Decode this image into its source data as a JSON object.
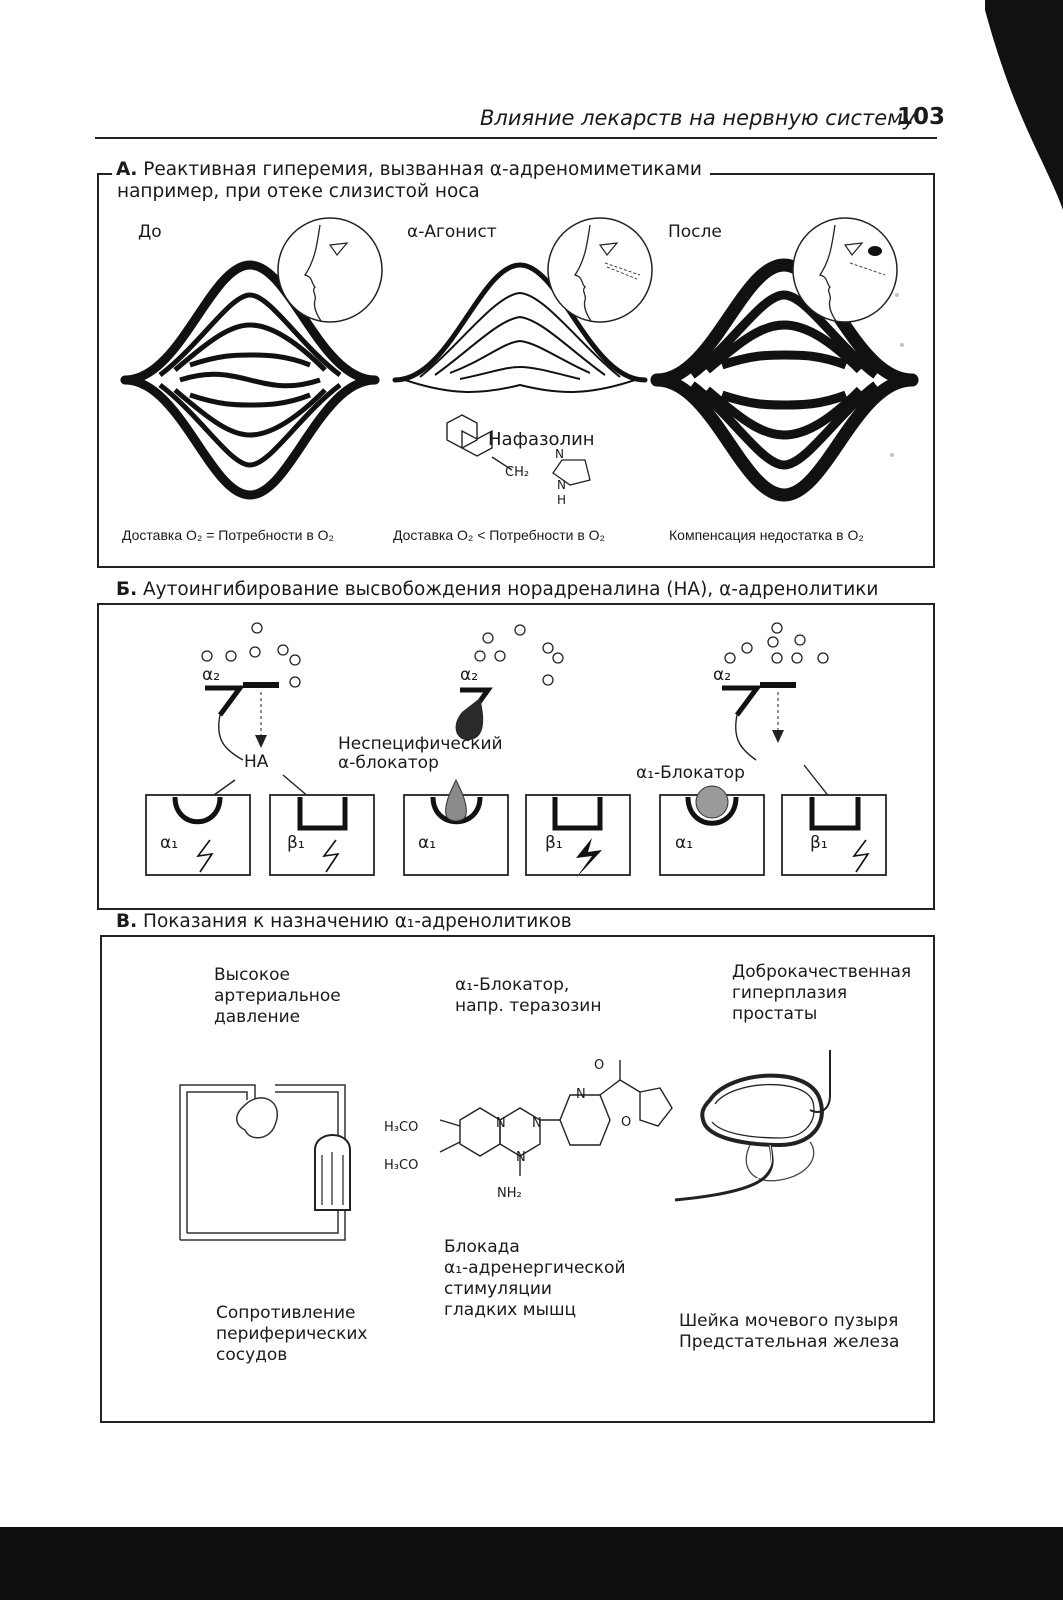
{
  "header": {
    "title": "Влияние лекарств на нервную систему",
    "page": "103"
  },
  "section_a": {
    "letter": "А.",
    "title": "Реактивная гиперемия, вызванная α-адреномиметиками",
    "subtitle": "например, при отеке слизистой носа",
    "stage_before": "До",
    "stage_agonist": "α-Агонист",
    "stage_after": "После",
    "drug": "Нафазолин",
    "struct_n1": "N",
    "struct_n2": "N",
    "struct_h": "H",
    "struct_ch2": "CH₂",
    "cond_before": "Доставка O₂ = Потребности в O₂",
    "cond_agonist": "Доставка O₂ < Потребности в O₂",
    "cond_after": "Компенсация недостатка в O₂"
  },
  "section_b": {
    "letter": "Б.",
    "title": "Аутоингибирование высвобождения норадреналина (НА), α-адренолитики",
    "alpha2_1": "α₂",
    "alpha2_2": "α₂",
    "alpha2_3": "α₂",
    "na": "НА",
    "nonspecific": "Неспецифический\nα-блокатор",
    "alpha1_blocker": "α₁-Блокатор",
    "r1": "α₁",
    "r2": "β₁",
    "r3": "α₁",
    "r4": "β₁",
    "r5": "α₁",
    "r6": "β₁"
  },
  "section_c": {
    "letter": "В.",
    "title": "Показания к назначению α₁-адренолитиков",
    "high_bp": "Высокое\nартериальное\nдавление",
    "blocker": "α₁-Блокатор,\nнапр. теразозин",
    "bph": "Доброкачественная\nгиперплазия\nпростаты",
    "resistance": "Сопротивление\nпериферических\nсосудов",
    "blockade": "Блокада\nα₁-адренергической\nстимуляции\nгладких мышц",
    "bladder": "Шейка мочевого пузыря\nПредстательная железа",
    "s_h3co1": "H₃CO",
    "s_h3co2": "H₃CO",
    "s_nh2": "NH₂",
    "s_o1": "O",
    "s_o2": "O",
    "s_n1": "N",
    "s_n2": "N",
    "s_n3": "N",
    "s_n4": "N"
  }
}
